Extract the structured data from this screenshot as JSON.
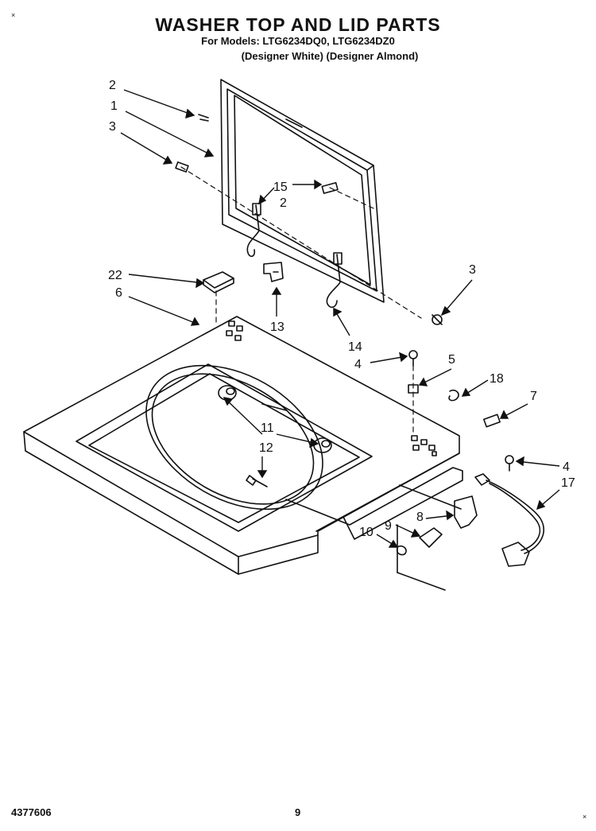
{
  "header": {
    "title": "WASHER TOP AND LID PARTS",
    "models_line": "For Models: LTG6234DQ0, LTG6234DZ0",
    "variants_line": "(Designer White) (Designer Almond)"
  },
  "footer": {
    "doc_number": "4377606",
    "page_number": "9"
  },
  "corner_marks": {
    "top_left": "×",
    "bottom_right": "×"
  },
  "callouts": [
    "1",
    "2",
    "2",
    "3",
    "3",
    "4",
    "4",
    "5",
    "6",
    "7",
    "8",
    "9",
    "10",
    "11",
    "12",
    "13",
    "14",
    "15",
    "17",
    "18",
    "22"
  ]
}
